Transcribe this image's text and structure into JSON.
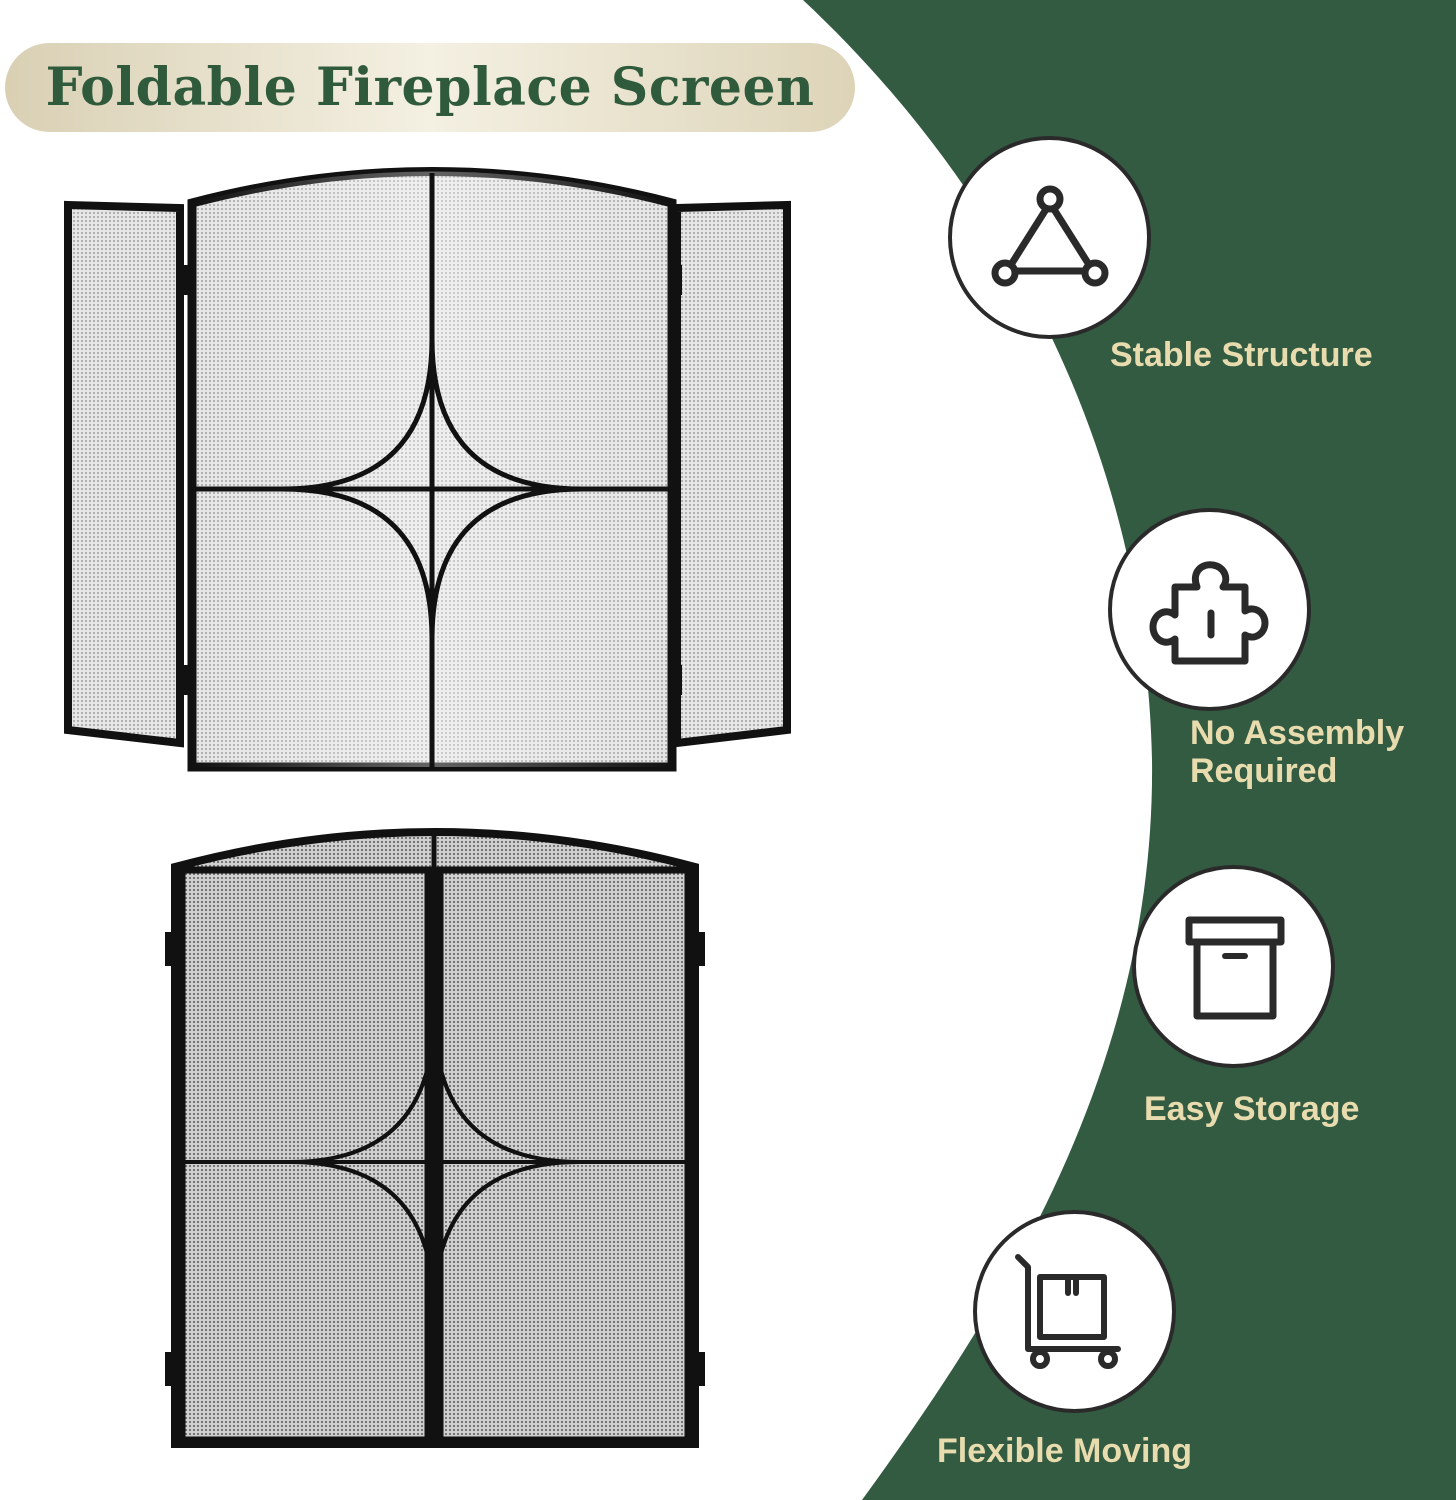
{
  "title": "Foldable Fireplace Screen",
  "colors": {
    "green": "#335b42",
    "label": "#e8dcae",
    "title": "#2f5a3b",
    "frame": "#111111"
  },
  "features": [
    {
      "label": "Stable Structure",
      "icon": "triangle-joints-icon"
    },
    {
      "label": "No Assembly\nRequired",
      "icon": "puzzle-piece-icon"
    },
    {
      "label": "Easy Storage",
      "icon": "storage-box-icon"
    },
    {
      "label": "Flexible Moving",
      "icon": "hand-truck-icon"
    }
  ]
}
